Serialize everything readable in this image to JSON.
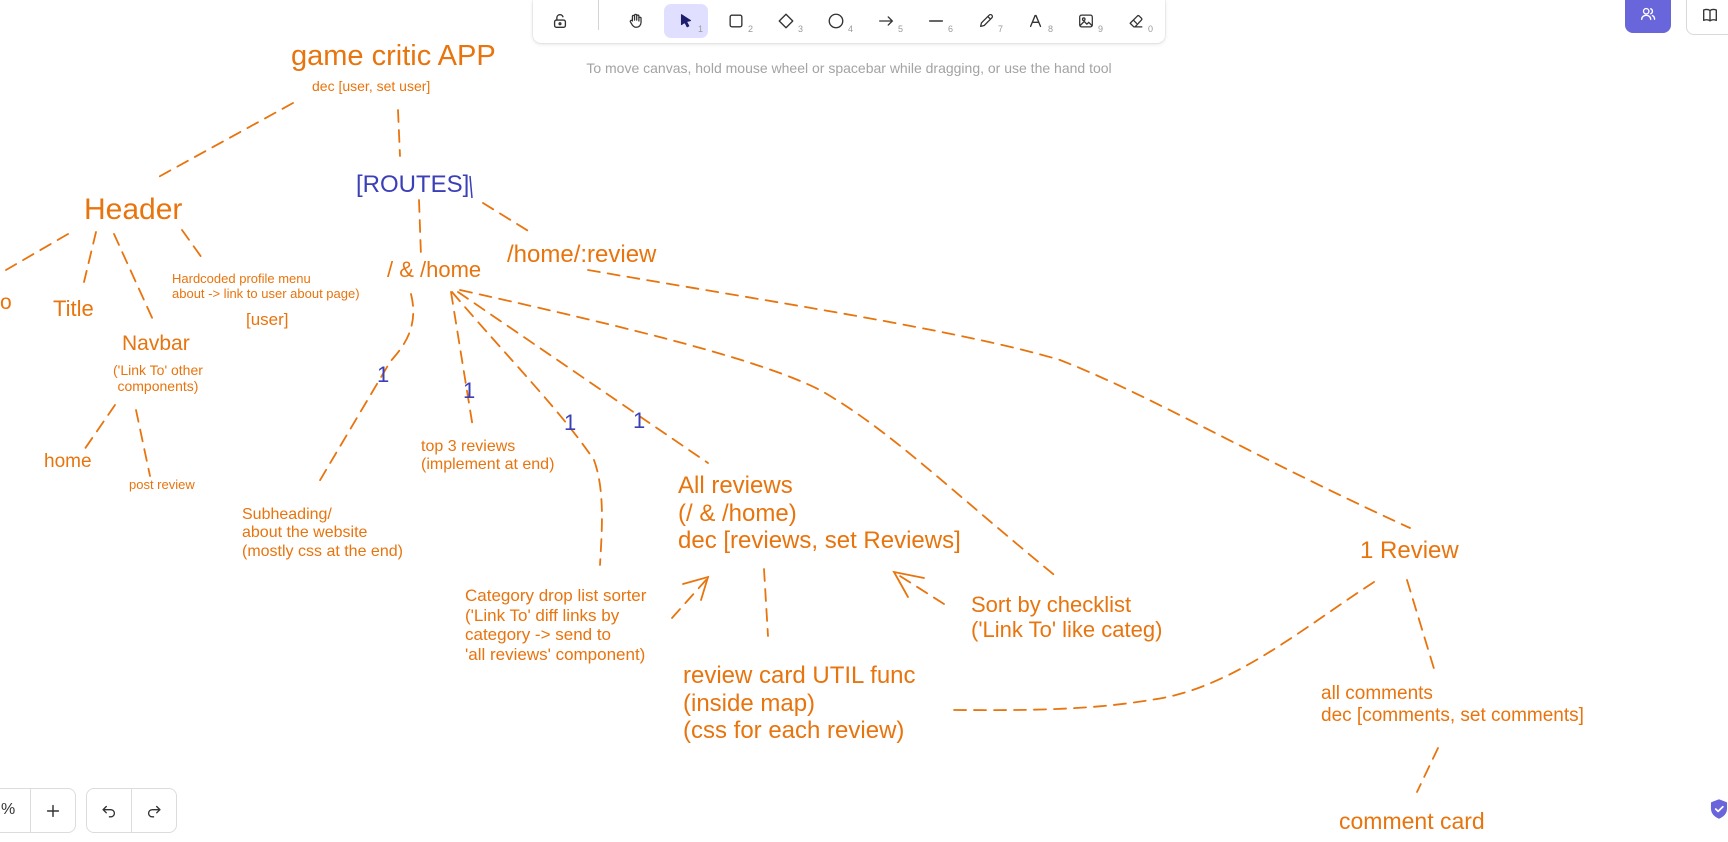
{
  "toolbar": {
    "tools": [
      {
        "name": "lock-icon",
        "num": ""
      },
      {
        "name": "hand-icon",
        "num": ""
      },
      {
        "name": "select-icon",
        "num": "1"
      },
      {
        "name": "rectangle-icon",
        "num": "2"
      },
      {
        "name": "diamond-icon",
        "num": "3"
      },
      {
        "name": "ellipse-icon",
        "num": "4"
      },
      {
        "name": "arrow-icon",
        "num": "5"
      },
      {
        "name": "line-icon",
        "num": "6"
      },
      {
        "name": "pencil-icon",
        "num": "7"
      },
      {
        "name": "text-icon",
        "num": "8"
      },
      {
        "name": "image-icon",
        "num": "9"
      },
      {
        "name": "eraser-icon",
        "num": "0"
      }
    ],
    "active_tool": "select-icon"
  },
  "hint": "To move canvas, hold mouse wheel or spacebar while dragging, or use the hand tool",
  "zoom": {
    "label": "%"
  },
  "colors": {
    "accent": "#6965db",
    "orange": "#e8740e",
    "blue": "#3b3fb8"
  },
  "canvas": {
    "title": "game critic APP",
    "title_sub": "dec [user, set user]",
    "routes": "[ROUTES]",
    "header": "Header",
    "partial_logo": "o",
    "title_node": "Title",
    "navbar": "Navbar",
    "navbar_sub": "('Link To' other\ncomponents)",
    "profile_menu": "Hardcoded profile menu\nabout -> link to user about page)",
    "user": "[user]",
    "home_route": "/ & /home",
    "review_route": "/home/:review",
    "home_link": "home",
    "post_review": "post review",
    "subheading": "Subheading/\nabout the website\n(mostly css at the end)",
    "top3": "top 3 reviews\n(implement at end)",
    "all_reviews": "All reviews\n(/ & /home)\ndec [reviews, set Reviews]",
    "category": "Category drop list sorter\n('Link To' diff links by\ncategory -> send to\n'all reviews' component)",
    "sort_checklist": "Sort by checklist\n('Link To' like categ)",
    "review_card": "review card UTIL func\n(inside map)\n(css for each review)",
    "one_review": "1 Review",
    "all_comments": "all comments\ndec [comments, set comments]",
    "comment_card": "comment card",
    "mark_1": "1",
    "mark_2": "1",
    "mark_3": "1",
    "mark_4": "1"
  }
}
